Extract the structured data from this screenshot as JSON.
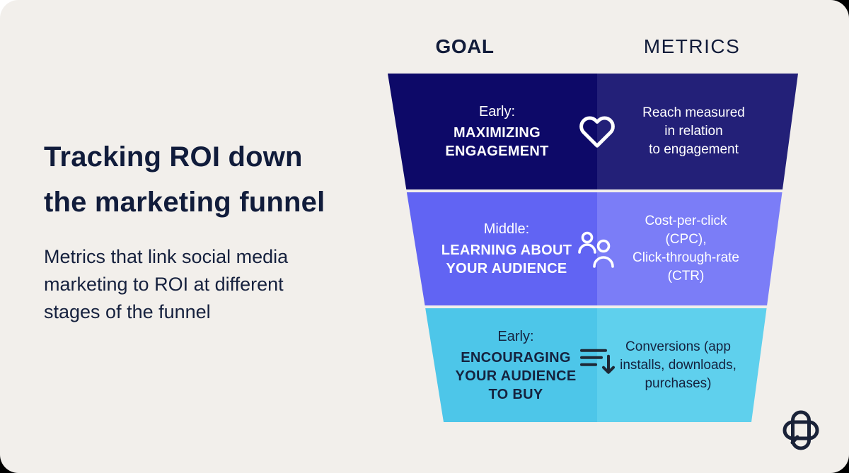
{
  "colors": {
    "card_bg": "#f2efeb",
    "page_bg": "#000000",
    "corner_accent": "#ffffff",
    "heading_text": "#121c3a"
  },
  "intro": {
    "title_lines": [
      "Tracking ROI down",
      "the marketing funnel"
    ],
    "subtitle_lines": [
      "Metrics that link social media",
      "marketing to ROI at different",
      "stages of the funnel"
    ]
  },
  "columns": {
    "goal": "GOAL",
    "metrics": "METRICS"
  },
  "funnel": {
    "stages": [
      {
        "stage_label": "Early:",
        "goal_lines": [
          "MAXIMIZING",
          "ENGAGEMENT"
        ],
        "metric_lines": [
          "Reach measured",
          "in relation",
          "to engagement"
        ],
        "icon": "heart-icon",
        "goal_bg": "#0d0968",
        "metrics_bg": "#232078",
        "text_color": "#ffffff"
      },
      {
        "stage_label": "Middle:",
        "goal_lines": [
          "LEARNING ABOUT",
          "YOUR AUDIENCE"
        ],
        "metric_lines": [
          "Cost-per-click",
          "(CPC),",
          "Click-through-rate",
          "(CTR)"
        ],
        "icon": "people-icon",
        "goal_bg": "#6164f3",
        "metrics_bg": "#7b7df7",
        "text_color": "#ffffff"
      },
      {
        "stage_label": "Early:",
        "goal_lines": [
          "ENCOURAGING",
          "YOUR AUDIENCE",
          "TO BUY"
        ],
        "metric_lines": [
          "Conversions (app",
          "installs, downloads,",
          "purchases)"
        ],
        "icon": "sort-descending-icon",
        "goal_bg": "#4dc6e9",
        "metrics_bg": "#5fd0ed",
        "text_color": "#15233f"
      }
    ]
  },
  "footer": {
    "logo_icon": "sprout-social-logo"
  }
}
